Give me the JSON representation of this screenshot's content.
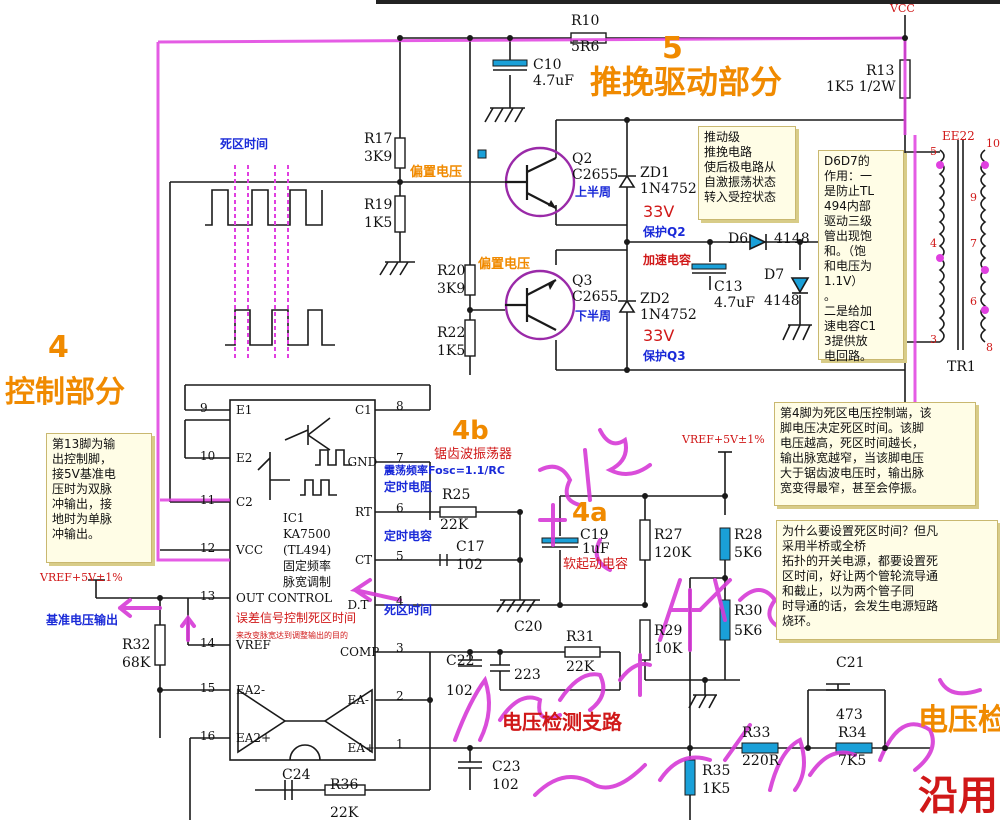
{
  "titles": {
    "push_pull": "推挽驱动部分",
    "push_pull_num": "5",
    "control_num": "4",
    "control": "控制部分",
    "sawtooth_num": "4b",
    "sawtooth": "锯齿波振荡器",
    "softstart_num": "4a",
    "softstart": "软起动电容",
    "voltage_detect": "电压检测支路",
    "voltage_right": "电压检",
    "edge_char": "沿用"
  },
  "labels": {
    "deadtime_top": "死区时间",
    "bias1": "偏置电压",
    "bias2": "偏置电压",
    "upper_half": "上半周",
    "lower_half": "下半周",
    "protect_q2": "保护Q2",
    "protect_q3": "保护Q3",
    "speedup_cap": "加速电容",
    "osc_freq": "震荡频率Fosc=1.1/RC",
    "timing_res": "定时电阻",
    "timing_cap": "定时电容",
    "deadtime_pin": "死区时间",
    "err_ctrl": "误差信号控制死区时间",
    "err_sub": "来改变脉宽达到调整输出的目的",
    "ref_out": "基准电压输出",
    "vref_left": "VREF+5V±1%",
    "vref_right": "VREF+5V±1%",
    "vcc": "VCC",
    "v33a": "33V",
    "v33b": "33V",
    "ee22": "EE22",
    "tr1": "TR1"
  },
  "ic": {
    "name": "IC1",
    "part": "KA7500",
    "alt": "(TL494)",
    "desc1": "固定频率",
    "desc2": "脉宽调制",
    "pins_left": [
      {
        "num": "9",
        "name": "E1"
      },
      {
        "num": "10",
        "name": "E2"
      },
      {
        "num": "11",
        "name": "C2"
      },
      {
        "num": "12",
        "name": "VCC"
      },
      {
        "num": "13",
        "name": "OUT CONTROL"
      },
      {
        "num": "14",
        "name": "VREF"
      },
      {
        "num": "15",
        "name": "EA2-"
      },
      {
        "num": "16",
        "name": "EA2+"
      }
    ],
    "pins_right": [
      {
        "num": "8",
        "name": "C1"
      },
      {
        "num": "7",
        "name": "GND"
      },
      {
        "num": "6",
        "name": "RT"
      },
      {
        "num": "5",
        "name": "CT"
      },
      {
        "num": "4",
        "name": "D.T"
      },
      {
        "num": "3",
        "name": "COMP"
      },
      {
        "num": "2",
        "name": "EA-"
      },
      {
        "num": "1",
        "name": "EA+"
      }
    ]
  },
  "components": {
    "R10": [
      "R10",
      "5R6"
    ],
    "C10": [
      "C10",
      "4.7uF"
    ],
    "R13": [
      "R13",
      "1K5 1/2W"
    ],
    "R17": [
      "R17",
      "3K9"
    ],
    "R19": [
      "R19",
      "1K5"
    ],
    "R20": [
      "R20",
      "3K9"
    ],
    "R22": [
      "R22",
      "1K5"
    ],
    "Q2": [
      "Q2",
      "C2655"
    ],
    "Q3": [
      "Q3",
      "C2655"
    ],
    "ZD1": [
      "ZD1",
      "1N4752"
    ],
    "ZD2": [
      "ZD2",
      "1N4752"
    ],
    "D6": [
      "D6",
      "4148"
    ],
    "D7": [
      "D7",
      "4148"
    ],
    "C13": [
      "C13",
      "4.7uF"
    ],
    "R25": [
      "R25",
      "22K"
    ],
    "C17": [
      "C17",
      "102"
    ],
    "C19": [
      "C19",
      "1uF"
    ],
    "R27": [
      "R27",
      "120K"
    ],
    "R28": [
      "R28",
      "5K6"
    ],
    "R30": [
      "R30",
      "5K6"
    ],
    "R29": [
      "R29",
      "10K"
    ],
    "R31": [
      "R31",
      "22K"
    ],
    "C20": [
      "C20",
      "223"
    ],
    "C22": [
      "C22",
      "102"
    ],
    "C23": [
      "C23",
      "102"
    ],
    "C21": [
      "C21",
      "473"
    ],
    "R32": [
      "R32",
      "68K"
    ],
    "R33": [
      "R33",
      "220R"
    ],
    "R34": [
      "R34",
      "7K5"
    ],
    "R35": [
      "R35",
      "1K5"
    ],
    "R36": [
      "R36",
      "22K"
    ],
    "C24": [
      "C24",
      ""
    ]
  },
  "transformer_pins": [
    "5",
    "4",
    "3",
    "10",
    "9",
    "7",
    "6",
    "8"
  ],
  "notes": {
    "push": "推动级\n推挽电路\n使后极电路从\n自激振荡状态\n转入受控状态",
    "d6d7": "D6D7的\n作用：一\n是防止TL\n494内部\n驱动三级\n管出现饱\n和。（饱\n和电压为\n1.1V）\n。\n二是给加\n速电容C1\n3提供放\n电回路。",
    "pin13": "第13脚为输\n出控制脚，\n接5V基准电\n压时为双脉\n冲输出，接\n地时为单脉\n冲输出。",
    "pin4": "第4脚为死区电压控制端，该\n脚电压决定死区时间。该脚\n电压越高，死区时间越长，\n输出脉宽越窄，当该脚电压\n大于锯齿波电压时，输出脉\n宽变得最窄，甚至会停振。",
    "why": "为什么要设置死区时间？但凡\n采用半桥或全桥\n拓扑的开关电源，都要设置死\n区时间，好让两个管轮流导通\n和截止，以为两个管子同\n时导通的话，会发生电源短路\n烧环。"
  },
  "colors": {
    "wire": "#1a1a1a",
    "component": "#1aa0d8",
    "transistor_ring": "#9a2aa8",
    "highlight": "#e040e0",
    "title_orange": "#f08a00",
    "label_blue": "#1a2ad8",
    "label_red": "#d01818"
  }
}
